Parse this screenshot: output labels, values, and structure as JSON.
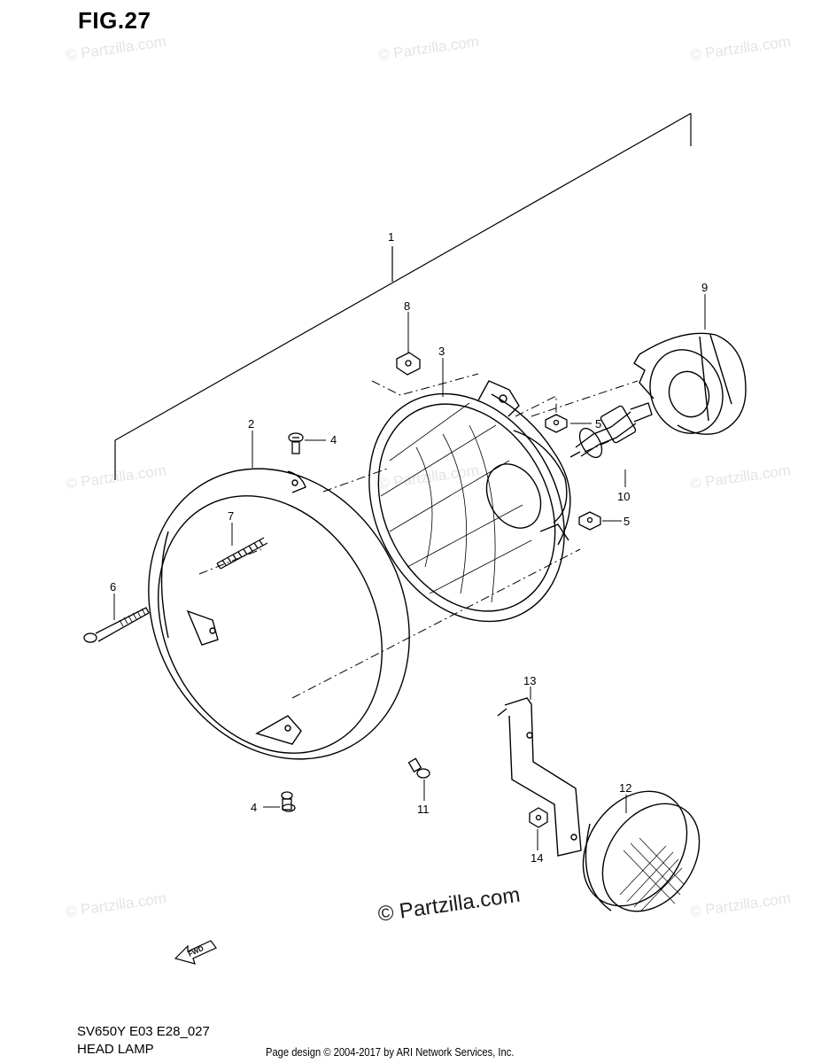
{
  "figure": {
    "title": "FIG.27",
    "model_code": "SV650Y E03 E28_027",
    "section_name": "HEAD LAMP"
  },
  "footer": {
    "credit": "Page design © 2004-2017 by ARI Network Services, Inc."
  },
  "watermark": {
    "text": "© Partzilla.com",
    "main_text": "© Partzilla.com",
    "color": "#e4e4e4"
  },
  "direction_tag": {
    "label": "FWD"
  },
  "callouts": {
    "c1": "1",
    "c2": "2",
    "c3": "3",
    "c4a": "4",
    "c4b": "4",
    "c5a": "5",
    "c5b": "5",
    "c6": "6",
    "c7": "7",
    "c8": "8",
    "c9": "9",
    "c10": "10",
    "c11": "11",
    "c12": "12",
    "c13": "13",
    "c14": "14"
  }
}
